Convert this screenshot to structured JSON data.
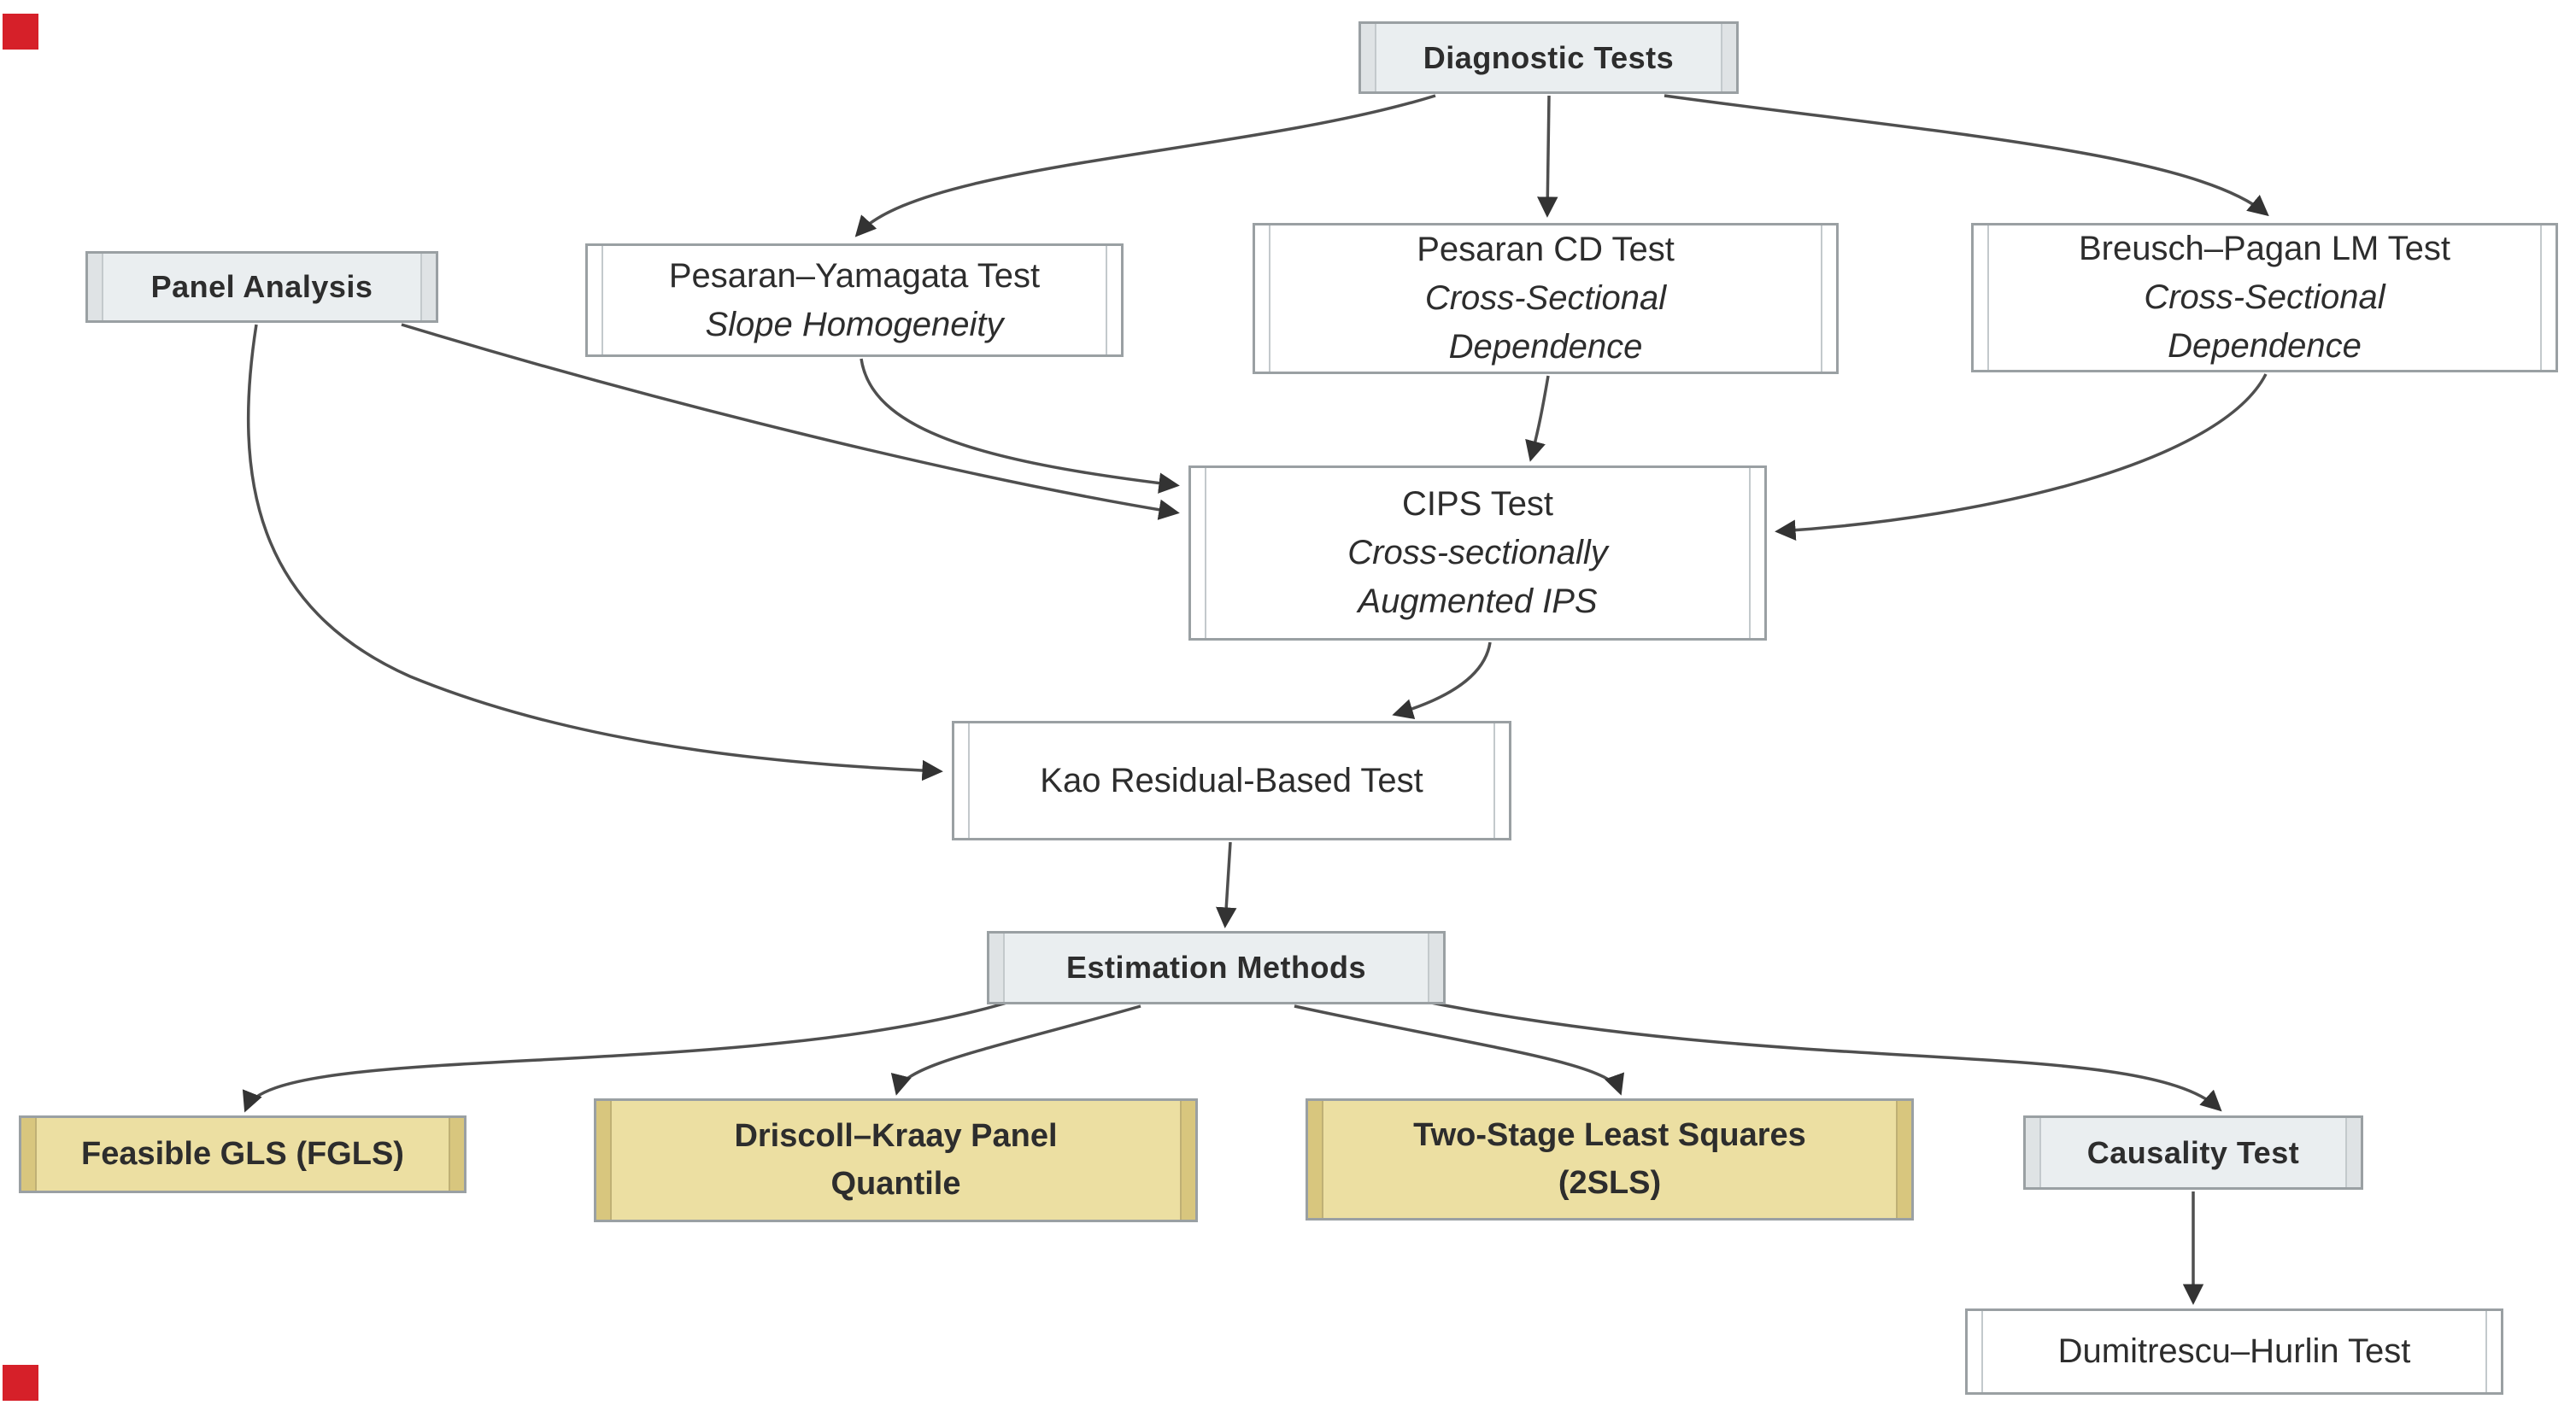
{
  "diagram": {
    "title": "Panel analysis methodology flowchart",
    "nodes": {
      "diagnostic_tests": {
        "label": "Diagnostic Tests",
        "type": "header"
      },
      "panel_analysis": {
        "label": "Panel Analysis",
        "type": "header"
      },
      "pesaran_yamagata": {
        "title": "Pesaran–Yamagata Test",
        "subtitle": "Slope Homogeneity",
        "type": "plain"
      },
      "pesaran_cd": {
        "title": "Pesaran CD Test",
        "subtitle_line1": "Cross-Sectional",
        "subtitle_line2": "Dependence",
        "type": "plain"
      },
      "breusch_pagan": {
        "title": "Breusch–Pagan LM Test",
        "subtitle_line1": "Cross-Sectional",
        "subtitle_line2": "Dependence",
        "type": "plain"
      },
      "cips": {
        "title": "CIPS Test",
        "subtitle_line1": "Cross-sectionally",
        "subtitle_line2": "Augmented IPS",
        "type": "plain"
      },
      "kao": {
        "label": "Kao Residual-Based Test",
        "type": "plain"
      },
      "estimation_methods": {
        "label": "Estimation Methods",
        "type": "header"
      },
      "fgls": {
        "label": "Feasible GLS (FGLS)",
        "type": "accent"
      },
      "driscoll_kraay": {
        "line1": "Driscoll–Kraay Panel",
        "line2": "Quantile",
        "type": "accent"
      },
      "two_stage": {
        "line1": "Two-Stage Least Squares",
        "line2": "(2SLS)",
        "type": "accent"
      },
      "causality": {
        "label": "Causality Test",
        "type": "header"
      },
      "dumitrescu": {
        "label": "Dumitrescu–Hurlin Test",
        "type": "plain"
      }
    },
    "edges": [
      {
        "from": "diagnostic_tests",
        "to": "pesaran_yamagata"
      },
      {
        "from": "diagnostic_tests",
        "to": "pesaran_cd"
      },
      {
        "from": "diagnostic_tests",
        "to": "breusch_pagan"
      },
      {
        "from": "pesaran_yamagata",
        "to": "cips"
      },
      {
        "from": "panel_analysis",
        "to": "cips"
      },
      {
        "from": "panel_analysis",
        "to": "kao"
      },
      {
        "from": "pesaran_cd",
        "to": "cips"
      },
      {
        "from": "breusch_pagan",
        "to": "cips"
      },
      {
        "from": "cips",
        "to": "kao"
      },
      {
        "from": "kao",
        "to": "estimation_methods"
      },
      {
        "from": "estimation_methods",
        "to": "fgls"
      },
      {
        "from": "estimation_methods",
        "to": "driscoll_kraay"
      },
      {
        "from": "estimation_methods",
        "to": "two_stage"
      },
      {
        "from": "estimation_methods",
        "to": "causality"
      },
      {
        "from": "causality",
        "to": "dumitrescu"
      }
    ],
    "colors": {
      "header_fill": "#eaeef0",
      "header_bar": "#dfe3e5",
      "accent_fill": "#ecdfa2",
      "accent_bar": "#d8c67e",
      "plain_fill": "#ffffff",
      "node_border": "#9aa0a3",
      "inner_line": "#c3c9cc",
      "accent_inner_line": "#bfb075",
      "arrow_color": "#4f4f4f",
      "text_color": "#2d2d2d",
      "marker_red": "#d62029"
    }
  }
}
